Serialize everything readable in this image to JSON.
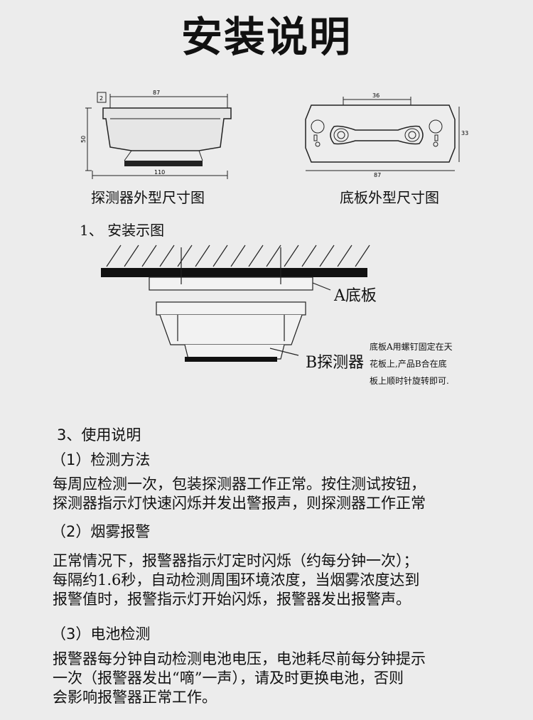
{
  "title": "安装说明",
  "figures": {
    "detector_caption": "探测器外型尺寸图",
    "base_caption": "底板外型尺寸图",
    "detector_dims": {
      "width_top": "87",
      "height": "50",
      "bottom": "110",
      "offset": "2"
    },
    "base_dims": {
      "hole_span": "36",
      "width": "87",
      "height": "33"
    }
  },
  "install": {
    "heading": "1、 安装示图",
    "label_a": "A底板",
    "label_b": "B探测器",
    "note": "底板A用螺钉固定在天\n花板上,产品B合在底\n板上顺时针旋转即可."
  },
  "usage": {
    "heading": "3、使用说明",
    "s1_title": "（1）检测方法",
    "s1_text": "每周应检测一次，包装探测器工作正常。按住测试按钮，\n探测器指示灯快速闪烁并发出警报声，则探测器工作正常",
    "s2_title": "（2）烟雾报警",
    "s2_text": "正常情况下，报警器指示灯定时闪烁（约每分钟一次）；\n每隔约1.6秒，自动检测周围环境浓度，当烟雾浓度达到\n报警值时，报警指示灯开始闪烁，报警器发出报警声。",
    "s3_title": "（3）电池检测",
    "s3_text": "报警器每分钟自动检测电池电压，电池耗尽前每分钟提示\n一次（报警器发出“嘀”一声），请及时更换电池，否则\n会影响报警器正常工作。"
  }
}
